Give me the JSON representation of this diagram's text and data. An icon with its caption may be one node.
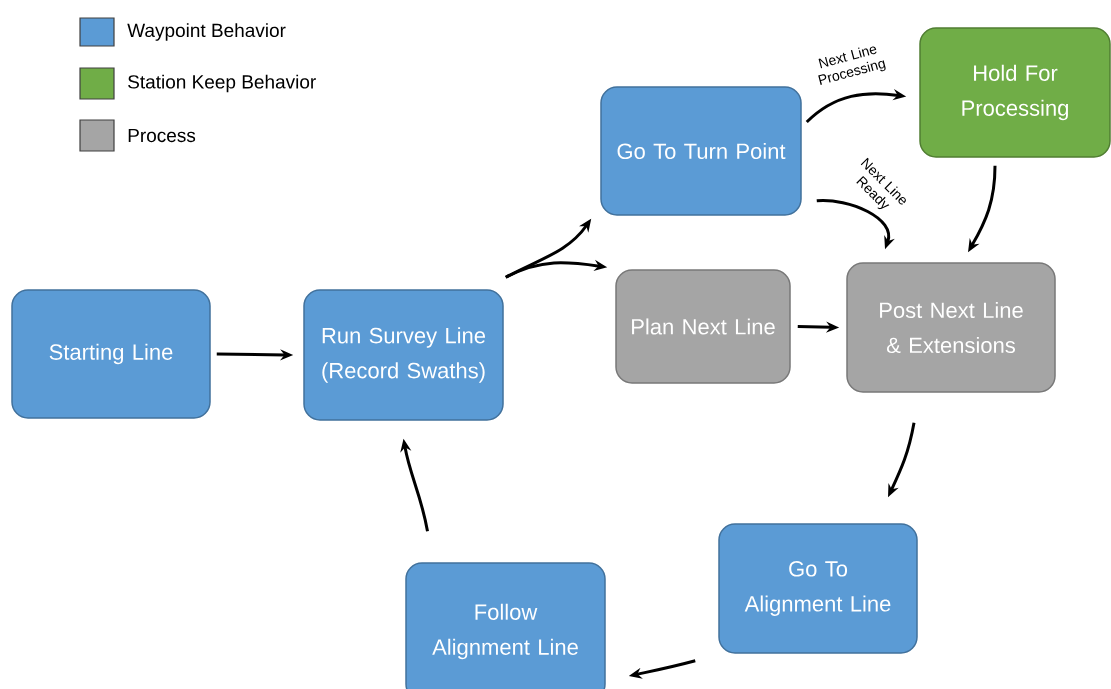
{
  "diagram": {
    "nodes": [
      {
        "text": [
          "Starting Line"
        ]
      },
      {
        "text": [
          "Run Survey Line (Record Swaths)"
        ]
      },
      {
        "text": [
          "Go To Turn Point"
        ]
      },
      {
        "text": [
          "Plan Next Line"
        ]
      },
      {
        "text": [
          "Hold For Processing"
        ]
      },
      {
        "text": [
          "Post Next Line & Extensions"
        ]
      },
      {
        "text": [
          "Go To Alignment Line"
        ]
      },
      {
        "text": [
          "Follow Alignment Line"
        ]
      }
    ],
    "edges": [
      {
        "from": 0,
        "to": 1,
        "arrow": "to"
      },
      {
        "from": 1,
        "to": 2,
        "arrow": "to"
      },
      {
        "from": 1,
        "to": 3,
        "arrow": "to"
      },
      {
        "from": 2,
        "to": 4,
        "arrow": "to",
        "label": "Next Line Processing"
      },
      {
        "from": 2,
        "to": 5,
        "arrow": "to",
        "label": "Next Line Ready"
      },
      {
        "from": 4,
        "to": 5,
        "arrow": "to"
      },
      {
        "from": 3,
        "to": 5,
        "arrow": "to"
      },
      {
        "from": 5,
        "to": 6,
        "arrow": "to"
      },
      {
        "from": 6,
        "to": 7,
        "arrow": "to"
      },
      {
        "from": 7,
        "to": 1,
        "arrow": "to"
      }
    ],
    "legend": [
      {
        "text": "Waypoint Behavior",
        "color": "#5b9bd5"
      },
      {
        "text": "Station Keep Behavior",
        "color": "#70ad47"
      },
      {
        "text": "Process",
        "color": "#a5a5a5"
      }
    ]
  }
}
